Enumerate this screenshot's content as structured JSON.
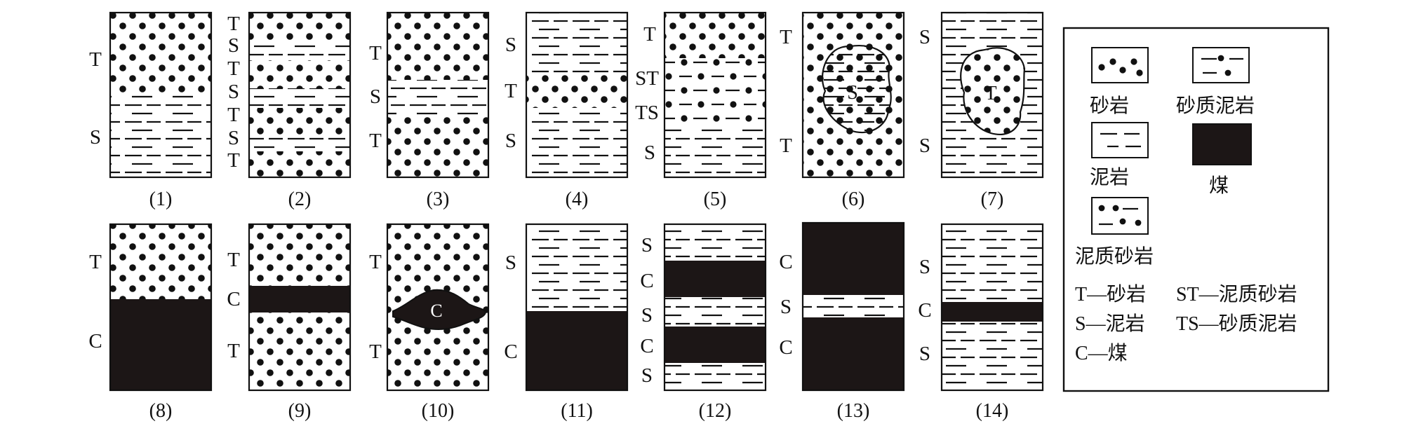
{
  "colors": {
    "ink": "#111111",
    "coal": "#1c1616",
    "paper": "#ffffff"
  },
  "columns": [
    {
      "caption": "(1)",
      "icon": "sandstone-over-mudstone",
      "side_labels": [
        "T",
        "S"
      ]
    },
    {
      "caption": "(2)",
      "icon": "alternating-sandstone-mudstone",
      "side_labels": [
        "T",
        "S",
        "T",
        "S",
        "T",
        "S",
        "T"
      ]
    },
    {
      "caption": "(3)",
      "icon": "sandstone-mudstone-sandstone",
      "side_labels": [
        "T",
        "S",
        "T"
      ]
    },
    {
      "caption": "(4)",
      "icon": "mudstone-sandstone-mudstone",
      "side_labels": [
        "S",
        "T",
        "S"
      ]
    },
    {
      "caption": "(5)",
      "icon": "gradual-sandstone-to-mudstone",
      "side_labels": [
        "T",
        "ST",
        "TS",
        "S"
      ]
    },
    {
      "caption": "(6)",
      "icon": "mudstone-lens-in-sandstone",
      "side_labels": [
        "T",
        "T"
      ],
      "inset_label": "S"
    },
    {
      "caption": "(7)",
      "icon": "sandstone-lens-in-mudstone",
      "side_labels": [
        "S",
        "S"
      ],
      "inset_label": "T"
    },
    {
      "caption": "(8)",
      "icon": "sandstone-over-coal",
      "side_labels": [
        "T",
        "C"
      ]
    },
    {
      "caption": "(9)",
      "icon": "coal-seam-in-sandstone",
      "side_labels": [
        "T",
        "C",
        "T"
      ]
    },
    {
      "caption": "(10)",
      "icon": "coal-lens-in-sandstone",
      "side_labels": [
        "T",
        "T"
      ],
      "inset_label": "C"
    },
    {
      "caption": "(11)",
      "icon": "mudstone-over-coal",
      "side_labels": [
        "S",
        "C"
      ]
    },
    {
      "caption": "(12)",
      "icon": "coal-mudstone-alternation",
      "side_labels": [
        "S",
        "C",
        "S",
        "C",
        "S"
      ]
    },
    {
      "caption": "(13)",
      "icon": "mudstone-parting-in-coal",
      "side_labels": [
        "C",
        "S",
        "C"
      ]
    },
    {
      "caption": "(14)",
      "icon": "coal-seam-in-mudstone",
      "side_labels": [
        "S",
        "C",
        "S"
      ]
    }
  ],
  "legend": {
    "sandstone": "砂岩",
    "sandy_mudstone": "砂质泥岩",
    "mudstone": "泥岩",
    "coal": "煤",
    "muddy_sandstone": "泥质砂岩",
    "abbr_t": "T—砂岩",
    "abbr_st": "ST—泥质砂岩",
    "abbr_s": "S—泥岩",
    "abbr_ts": "TS—砂质泥岩",
    "abbr_c": "C—煤"
  }
}
